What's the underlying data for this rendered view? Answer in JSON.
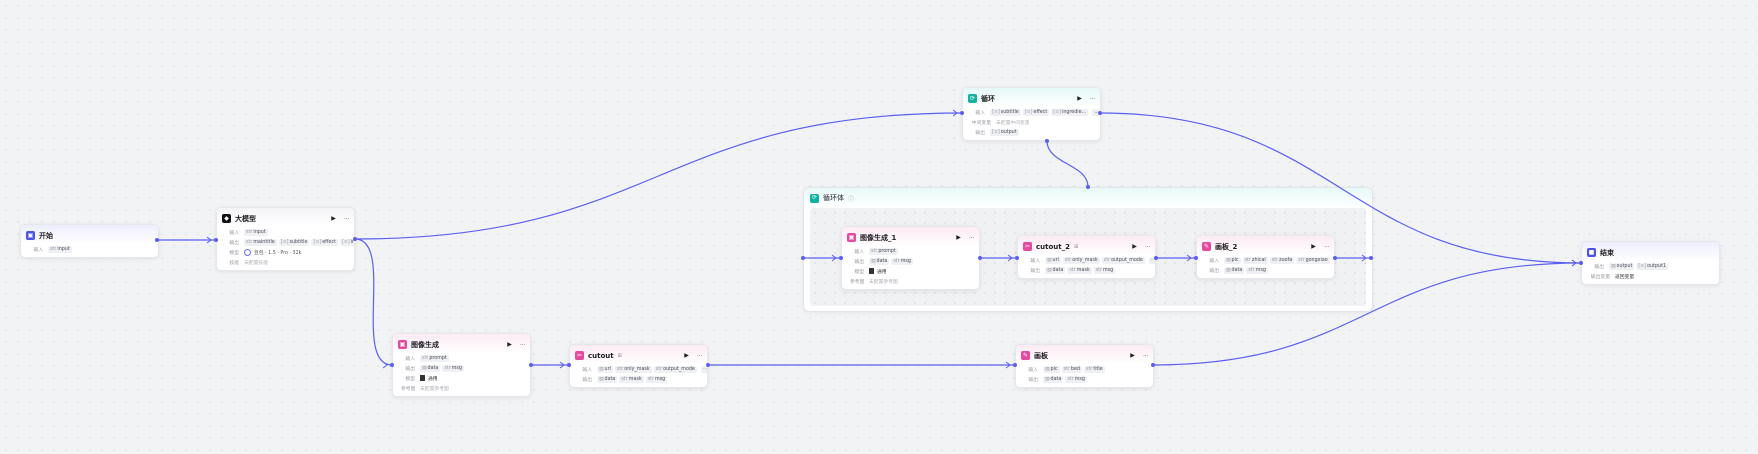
{
  "colors": {
    "edge": "#5b5ff0",
    "start": "#4d53e8",
    "llm": "#111111",
    "loop": "#10b3a3",
    "image": "#e5489f"
  },
  "loop_body": {
    "title": "循环体",
    "info_icon": "info-icon"
  },
  "nodes": [
    {
      "id": "start",
      "title": "开始",
      "icon": "start-icon",
      "color": "start",
      "head": "start",
      "rows": [
        {
          "label": "输入",
          "chips": [
            {
              "t": "str",
              "n": "input"
            }
          ]
        }
      ]
    },
    {
      "id": "llm",
      "title": "大模型",
      "icon": "llm-icon",
      "color": "llm",
      "head": "plain",
      "actions": true,
      "rows": [
        {
          "label": "输入",
          "chips": [
            {
              "t": "str",
              "n": "input"
            }
          ]
        },
        {
          "label": "输出",
          "chips": [
            {
              "t": "str",
              "n": "maintitle"
            },
            {
              "t": "list",
              "n": "subtitle"
            },
            {
              "t": "list",
              "n": "effect"
            },
            {
              "t": "list",
              "n": "in..."
            }
          ],
          "more": "⌄"
        },
        {
          "label": "模型",
          "model": "豆包 · 1.5 · Pro · 32k"
        },
        {
          "label": "技能",
          "text": "未配置技能"
        }
      ]
    },
    {
      "id": "loop",
      "title": "循环",
      "icon": "loop-icon",
      "color": "loop",
      "head": "teal",
      "actions": true,
      "rows": [
        {
          "label": "输入",
          "chips": [
            {
              "t": "list",
              "n": "subtitle"
            },
            {
              "t": "list",
              "n": "effect"
            },
            {
              "t": "list",
              "n": "ingredie..."
            }
          ],
          "more": "⌄"
        },
        {
          "label": "中间变量",
          "text": "未配置中间变量",
          "wide": true
        },
        {
          "label": "输出",
          "chips": [
            {
              "t": "list",
              "n": "output"
            }
          ]
        }
      ]
    },
    {
      "id": "img1",
      "title": "图像生成_1",
      "icon": "image-gen-icon",
      "color": "image",
      "head": "pink",
      "actions": true,
      "rows": [
        {
          "label": "输入",
          "chips": [
            {
              "t": "str",
              "n": "prompt"
            }
          ]
        },
        {
          "label": "输出",
          "chips": [
            {
              "t": "img",
              "n": "data"
            },
            {
              "t": "str",
              "n": "msg"
            }
          ]
        },
        {
          "label": "模型",
          "thumb": "通用"
        },
        {
          "label": "参考图",
          "text": "未配置参考图"
        }
      ]
    },
    {
      "id": "cut2",
      "title": "cutout_2",
      "badge": "⊞",
      "icon": "cutout-icon",
      "color": "image",
      "head": "pink",
      "actions": true,
      "rows": [
        {
          "label": "输入",
          "chips": [
            {
              "t": "img",
              "n": "url"
            },
            {
              "t": "str",
              "n": "only_mask"
            },
            {
              "t": "str",
              "n": "output_mode"
            }
          ],
          "more": "···"
        },
        {
          "label": "输出",
          "chips": [
            {
              "t": "img",
              "n": "data"
            },
            {
              "t": "str",
              "n": "mask"
            },
            {
              "t": "str",
              "n": "msg"
            }
          ]
        }
      ]
    },
    {
      "id": "board2",
      "title": "画板_2",
      "icon": "canvas-icon",
      "color": "image",
      "head": "pink",
      "actions": true,
      "rows": [
        {
          "label": "输入",
          "chips": [
            {
              "t": "img",
              "n": "pic"
            },
            {
              "t": "str",
              "n": "zhical"
            },
            {
              "t": "str",
              "n": "zuofa"
            },
            {
              "t": "str",
              "n": "gongxiao"
            }
          ],
          "more": "···"
        },
        {
          "label": "输出",
          "chips": [
            {
              "t": "img",
              "n": "data"
            },
            {
              "t": "str",
              "n": "msg"
            }
          ]
        }
      ]
    },
    {
      "id": "end",
      "title": "结束",
      "icon": "end-icon",
      "color": "start",
      "head": "start",
      "rows": [
        {
          "label": "输出",
          "chips": [
            {
              "t": "img",
              "n": "output"
            },
            {
              "t": "list",
              "n": "output1"
            }
          ]
        },
        {
          "label": "输出变量",
          "textDark": "返回变量",
          "wide": true
        }
      ]
    },
    {
      "id": "img",
      "title": "图像生成",
      "icon": "image-gen-icon",
      "color": "image",
      "head": "pink",
      "actions": true,
      "rows": [
        {
          "label": "输入",
          "chips": [
            {
              "t": "str",
              "n": "prompt"
            }
          ]
        },
        {
          "label": "输出",
          "chips": [
            {
              "t": "img",
              "n": "data"
            },
            {
              "t": "str",
              "n": "msg"
            }
          ]
        },
        {
          "label": "模型",
          "thumb": "通用"
        },
        {
          "label": "参考图",
          "text": "未配置参考图"
        }
      ]
    },
    {
      "id": "cut",
      "title": "cutout",
      "badge": "⊞",
      "icon": "cutout-icon",
      "color": "image",
      "head": "pink",
      "actions": true,
      "rows": [
        {
          "label": "输入",
          "chips": [
            {
              "t": "img",
              "n": "url"
            },
            {
              "t": "str",
              "n": "only_mask"
            },
            {
              "t": "str",
              "n": "output_mode"
            }
          ],
          "more": "···"
        },
        {
          "label": "输出",
          "chips": [
            {
              "t": "img",
              "n": "data"
            },
            {
              "t": "str",
              "n": "mask"
            },
            {
              "t": "str",
              "n": "msg"
            }
          ]
        }
      ]
    },
    {
      "id": "board",
      "title": "画板",
      "icon": "canvas-icon",
      "color": "image",
      "head": "pink",
      "actions": true,
      "rows": [
        {
          "label": "输入",
          "chips": [
            {
              "t": "img",
              "n": "pic"
            },
            {
              "t": "str",
              "n": "bed"
            },
            {
              "t": "str",
              "n": "title"
            }
          ]
        },
        {
          "label": "输出",
          "chips": [
            {
              "t": "img",
              "n": "data"
            },
            {
              "t": "str",
              "n": "msg"
            }
          ]
        }
      ]
    }
  ]
}
